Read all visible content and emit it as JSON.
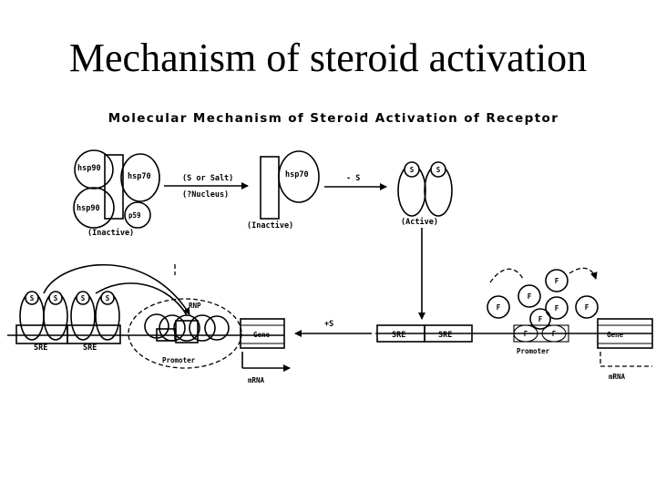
{
  "slide": {
    "title": "Mechanism of steroid activation"
  },
  "diagram": {
    "header": "Molecular Mechanism of Steroid Activation of Receptor",
    "inactive_complex": {
      "hsp90_top": "hsp90",
      "hsp70": "hsp70",
      "hsp90_bottom": "hsp90",
      "p59": "p59",
      "caption": "(Inactive)"
    },
    "arrow1": {
      "top": "(S or Salt)",
      "bottom": "(?Nucleus)"
    },
    "intermediate": {
      "hsp70": "hsp70",
      "caption": "(Inactive)"
    },
    "arrow2": {
      "label": "- S"
    },
    "active": {
      "s1": "S",
      "s2": "S",
      "caption": "(Active)"
    },
    "left_dna": {
      "s_labels": [
        "S",
        "S",
        "S",
        "S"
      ],
      "sre1": "SRE",
      "sre2": "SRE",
      "rnp": "RNP",
      "promoter": "Promoter",
      "gene": "Gene",
      "mrna": "mRNA"
    },
    "arrow3": {
      "label": "+S"
    },
    "right_dna": {
      "sre1": "SRE",
      "sre2": "SRE",
      "f_labels": [
        "F",
        "F",
        "F",
        "F",
        "F",
        "F",
        "F",
        "F"
      ],
      "promoter": "Promoter",
      "gene": "Gene",
      "mrna": "mRNA"
    }
  }
}
